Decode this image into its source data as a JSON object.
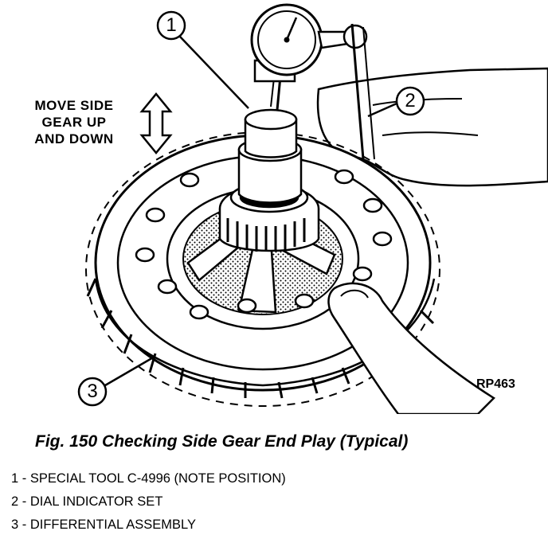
{
  "illustration": {
    "move_label_lines": [
      "MOVE SIDE",
      "GEAR UP",
      "AND DOWN"
    ],
    "figure_code": "RP463",
    "callouts": [
      "1",
      "2",
      "3"
    ]
  },
  "caption": "Fig. 150 Checking Side Gear End Play (Typical)",
  "legend": [
    "1 - SPECIAL TOOL C-4996 (NOTE POSITION)",
    "2 - DIAL INDICATOR SET",
    "3 - DIFFERENTIAL ASSEMBLY"
  ]
}
